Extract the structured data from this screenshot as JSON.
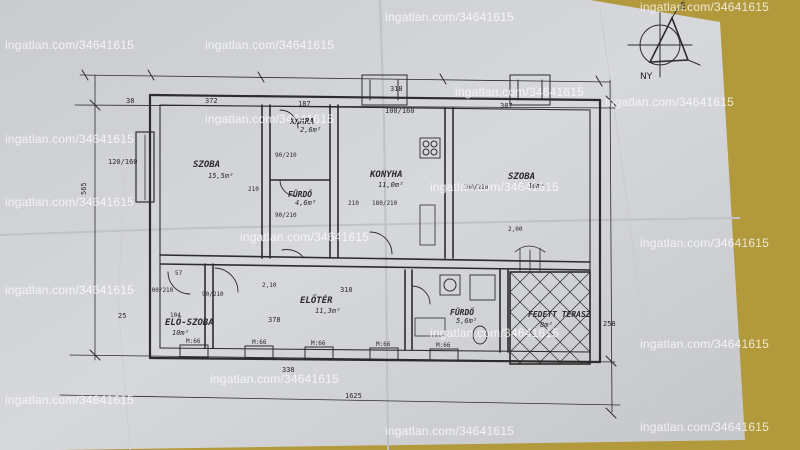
{
  "watermark": "ingatlan.com/34641615",
  "compass": {
    "north_label": "É",
    "direction_label": "NY"
  },
  "rooms": {
    "szoba_left": {
      "name": "SZOBA",
      "area": "15,5m²"
    },
    "kamra": {
      "name": "KAMRA",
      "area": "2,6m²"
    },
    "furdo_upper": {
      "name": "FÜRDŐ",
      "area": "4,6m²"
    },
    "konyha": {
      "name": "KONYHA",
      "area": "11,0m²"
    },
    "szoba_right": {
      "name": "SZOBA",
      "area": "16m²"
    },
    "eloter": {
      "name": "ELŐTÉR",
      "area": "11,3m²"
    },
    "elo_szoba": {
      "name": "ELŐ-SZOBA",
      "area": "10m²"
    },
    "furdo_lower": {
      "name": "FÜRDŐ",
      "area": "5,6m²"
    },
    "fedett_terasz": {
      "name": "FEDETT TERASZ",
      "area": "8m²"
    }
  },
  "dimensions": {
    "top_left": "38",
    "top_span": "372",
    "top_small": "187",
    "top_right": "387",
    "left_height": "120/160",
    "side_total": "565",
    "window_w1": "100/160",
    "kamra_door": "90/210",
    "kamra_h": "210",
    "furdo_door": "90/210",
    "konyha_door": "180/210",
    "mid_door": "100/210",
    "bottom_mid": "310",
    "lower_door1": "100/210",
    "lower_door2": "90/210",
    "left_small1": "57",
    "left_small2": "104",
    "left_small3": "2,10",
    "right_small": "2,00",
    "win_b1": "M:66",
    "win_b2": "M:66",
    "win_b3": "M:66",
    "win_b4": "M:66",
    "win_b5": "M:66",
    "eloter_w": "378",
    "lower_width": "338",
    "total_width": "1625",
    "side_right": "258",
    "kitchen_w": "318",
    "kitchen_h": "210",
    "side_left_lower": "25"
  }
}
